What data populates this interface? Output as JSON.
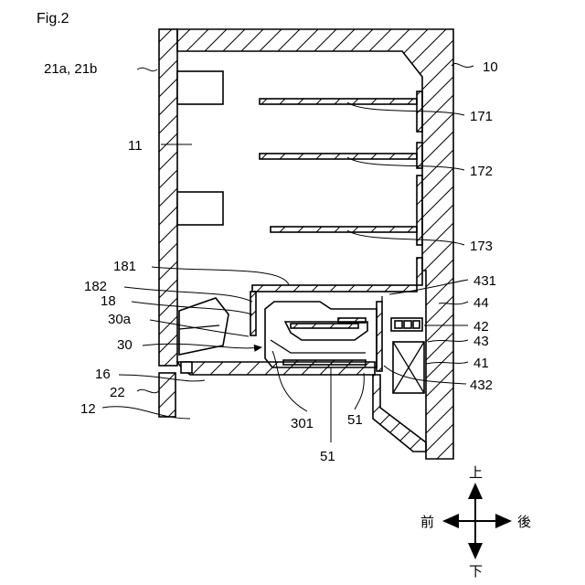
{
  "figure": {
    "title": "Fig.2"
  },
  "labels": {
    "doors": "21a, 21b",
    "cabinet": "10",
    "compartment": "11",
    "shelf1": "171",
    "shelf2": "172",
    "shelf3": "173",
    "shelf_bottom": "181",
    "partition": "182",
    "ice_unit": "18",
    "case_handle": "30a",
    "case": "30",
    "door_lower": "16",
    "gasket": "22",
    "lower_compartment": "12",
    "case_tip": "301",
    "rail_a": "51",
    "rail_b": "51",
    "duct_top": "431",
    "duct": "44",
    "fan": "42",
    "duct_mid": "43",
    "evaporator": "41",
    "duct_bottom": "432"
  },
  "directions": {
    "up": "上",
    "down": "下",
    "front": "前",
    "back": "後"
  }
}
